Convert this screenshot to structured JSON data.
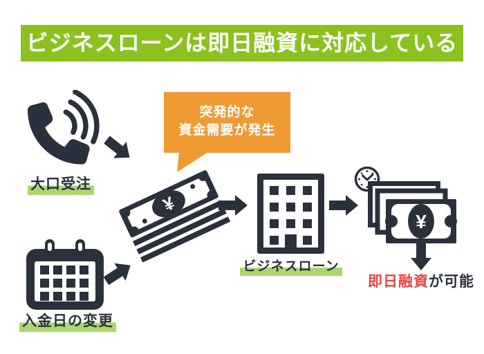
{
  "header": {
    "title": "ビジネスローンは即日融資に対応している"
  },
  "colors": {
    "banner_green": "#8cc120",
    "marker_green": "#a9d76d",
    "dark_charcoal": "#2b313c",
    "bubble_orange": "#ef9b33",
    "highlight_red": "#e84640",
    "background": "#ffffff"
  },
  "flow": {
    "phone": {
      "icon": "phone-sound-waves-icon",
      "label": "大口受注"
    },
    "calendar": {
      "icon": "calendar-icon",
      "label": "入金日の変更"
    },
    "bubble": {
      "line1": "突発的な",
      "line2": "資金需要が発生"
    },
    "money": {
      "icon": "banknote-stack-icon",
      "currency": "¥"
    },
    "building": {
      "icon": "office-building-icon",
      "label": "ビジネスローン"
    },
    "result": {
      "clock_icon": "clock-icon",
      "bills_icon": "banknotes-icon",
      "currency": "¥",
      "highlight": "即日融資",
      "rest": "が可能"
    }
  }
}
